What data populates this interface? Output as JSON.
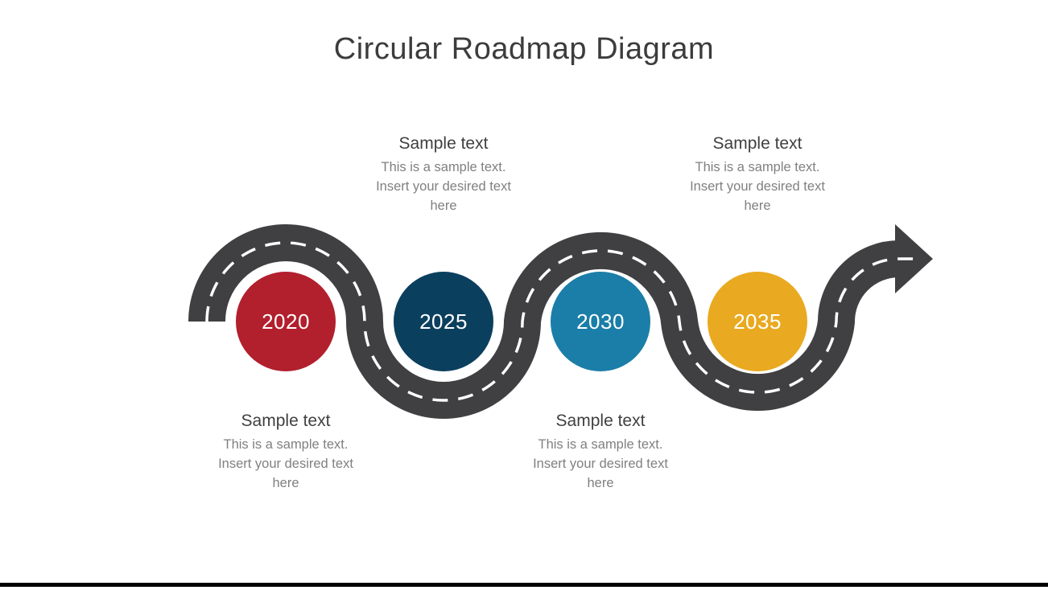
{
  "title": "Circular Roadmap Diagram",
  "colors": {
    "road": "#404042",
    "dash": "#ffffff",
    "title_text": "#3c3c3c",
    "heading_text": "#3f3f3f",
    "body_text": "#808080",
    "year_text": "#ffffff",
    "bottom_bar": "#000000"
  },
  "milestones": [
    {
      "year": "2020",
      "color": "#b21f2d"
    },
    {
      "year": "2025",
      "color": "#0b3f5e"
    },
    {
      "year": "2030",
      "color": "#1a7ea8"
    },
    {
      "year": "2035",
      "color": "#e9a920"
    }
  ],
  "notes": [
    {
      "position": "above-2025",
      "heading": "Sample text",
      "body": "This is a sample text.\nInsert your desired text\nhere"
    },
    {
      "position": "above-2035",
      "heading": "Sample text",
      "body": "This is a sample text.\nInsert your desired text\nhere"
    },
    {
      "position": "below-2020",
      "heading": "Sample text",
      "body": "This is a sample text.\nInsert your desired text\nhere"
    },
    {
      "position": "below-2030",
      "heading": "Sample text",
      "body": "This is a sample text.\nInsert your desired text\nhere"
    }
  ]
}
